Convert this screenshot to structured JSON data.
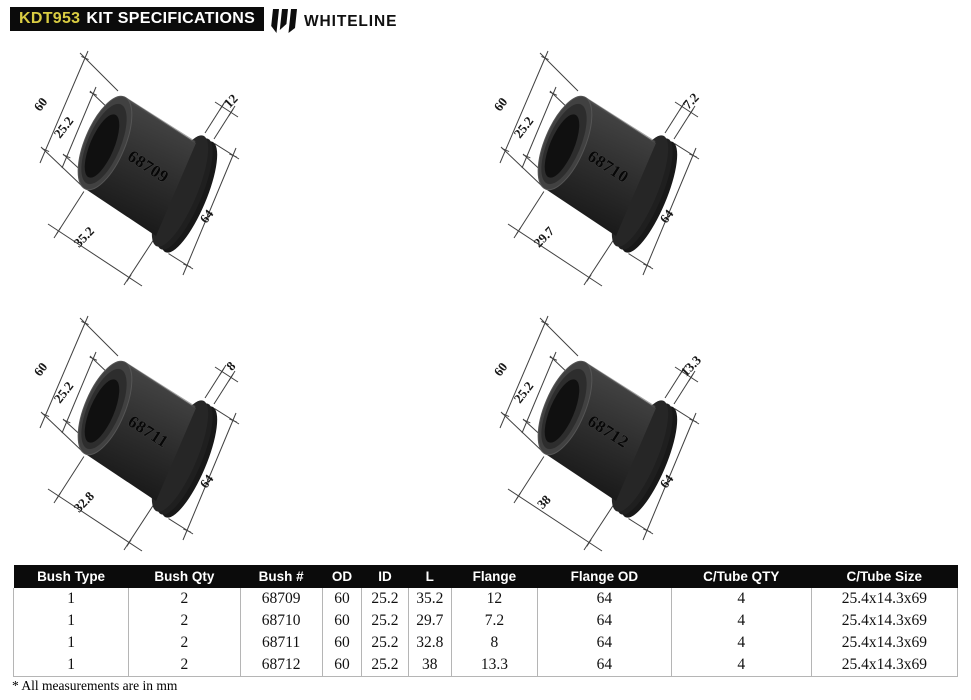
{
  "header": {
    "kit_code": "KDT953",
    "title": "KIT SPECIFICATIONS"
  },
  "brand": {
    "name": "WHITELINE",
    "logo_icon": "whiteline-w-bars-icon"
  },
  "colors": {
    "accent_yellow": "#d9cc42",
    "header_bg": "#0b0b0b",
    "bushing_body": "#303030"
  },
  "diagrams": [
    {
      "part_no": "68709",
      "od": "60",
      "id": "25.2",
      "flange": "12",
      "length": "35.2",
      "flange_od": "64"
    },
    {
      "part_no": "68710",
      "od": "60",
      "id": "25.2",
      "flange": "7.2",
      "length": "29.7",
      "flange_od": "64"
    },
    {
      "part_no": "68711",
      "od": "60",
      "id": "25.2",
      "flange": "8",
      "length": "32.8",
      "flange_od": "64"
    },
    {
      "part_no": "68712",
      "od": "60",
      "id": "25.2",
      "flange": "13.3",
      "length": "38",
      "flange_od": "64"
    }
  ],
  "table": {
    "columns": [
      "Bush Type",
      "Bush Qty",
      "Bush #",
      "OD",
      "ID",
      "L",
      "Flange",
      "Flange OD",
      "C/Tube QTY",
      "C/Tube Size"
    ],
    "rows": [
      [
        "1",
        "2",
        "68709",
        "60",
        "25.2",
        "35.2",
        "12",
        "64",
        "4",
        "25.4x14.3x69"
      ],
      [
        "1",
        "2",
        "68710",
        "60",
        "25.2",
        "29.7",
        "7.2",
        "64",
        "4",
        "25.4x14.3x69"
      ],
      [
        "1",
        "2",
        "68711",
        "60",
        "25.2",
        "32.8",
        "8",
        "64",
        "4",
        "25.4x14.3x69"
      ],
      [
        "1",
        "2",
        "68712",
        "60",
        "25.2",
        "38",
        "13.3",
        "64",
        "4",
        "25.4x14.3x69"
      ]
    ]
  },
  "footnote": "* All measurements are in mm"
}
